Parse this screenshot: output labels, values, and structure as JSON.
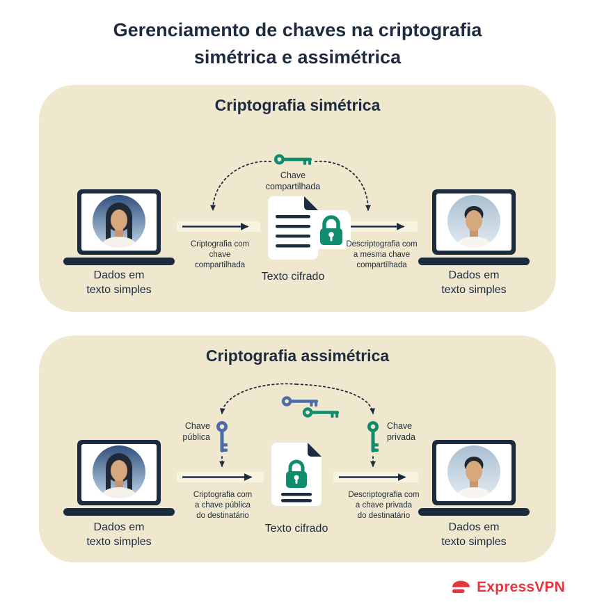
{
  "title": "Gerenciamento de chaves na criptografia\nsimétrica e assimétrica",
  "colors": {
    "page": "#FFFFFF",
    "panel": "#EFE8CF",
    "navy": "#1D2B3F",
    "teal": "#0E8C6D",
    "blue": "#4A6DA7",
    "band": "#F8F3DF",
    "red": "#E3363E"
  },
  "icons": {
    "laptop_user_left": "laptop-woman-avatar-icon",
    "laptop_user_right": "laptop-man-avatar-icon",
    "shared_key": "shared-key-icon",
    "public_key": "public-key-icon",
    "private_key": "private-key-icon",
    "cipher_document": "cipher-document-icon",
    "padlock": "padlock-icon",
    "brand_mark": "expressvpn-mark-icon"
  },
  "symmetric": {
    "title": "Criptografia simétrica",
    "shared_key_label": "Chave\ncompartilhada",
    "left_device_label": "Dados em\ntexto simples",
    "encrypt_label": "Criptografia com\nchave\ncompartilhada",
    "cipher_label": "Texto cifrado",
    "decrypt_label": "Descriptografia com\na mesma chave\ncompartilhada",
    "right_device_label": "Dados em\ntexto simples"
  },
  "asymmetric": {
    "title": "Criptografia assimétrica",
    "public_key_label": "Chave\npública",
    "private_key_label": "Chave\nprivada",
    "left_device_label": "Dados em\ntexto simples",
    "encrypt_label": "Criptografia com\na chave pública\ndo destinatário",
    "cipher_label": "Texto cifrado",
    "decrypt_label": "Descriptografia com\na chave privada\ndo destinatário",
    "right_device_label": "Dados em\ntexto simples"
  },
  "footer": {
    "brand": "ExpressVPN"
  }
}
